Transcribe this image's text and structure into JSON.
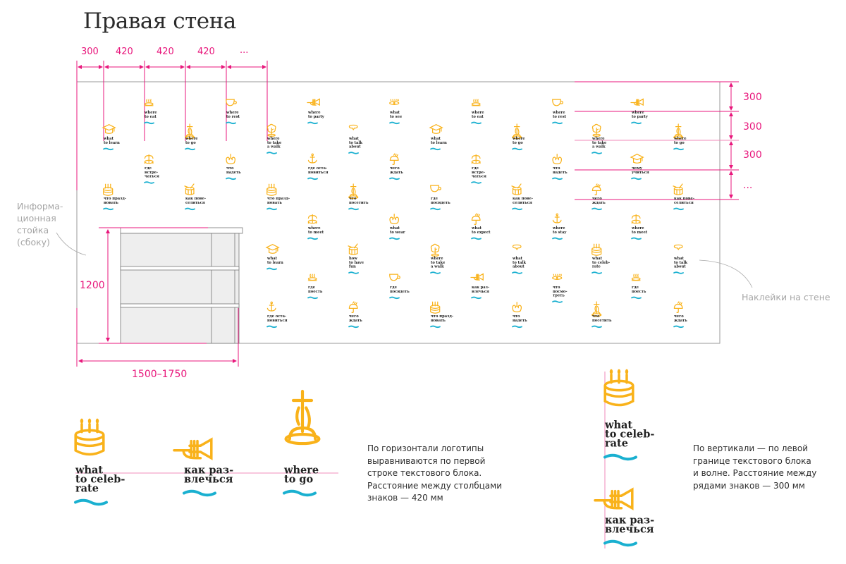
{
  "title": "Правая стена",
  "colors": {
    "accent": "#e8177c",
    "icon": "#f9b21a",
    "wave": "#1ab0d0",
    "text": "#222222",
    "note": "#a6a6a6",
    "outline": "#999999"
  },
  "column_dimensions": [
    "300",
    "420",
    "420",
    "420",
    "..."
  ],
  "row_dimensions": [
    "300",
    "300",
    "300",
    "..."
  ],
  "stand": {
    "height_label": "1200",
    "width_label": "1500–1750"
  },
  "callouts": {
    "stand": [
      "Информа-",
      "ционная",
      "стойка",
      "(сбоку)"
    ],
    "stickers": "Наклейки на стене"
  },
  "stickers": [
    {
      "icon": "hat",
      "text": [
        "what",
        "to learn"
      ]
    },
    {
      "icon": "steam",
      "text": [
        "where",
        "to eat"
      ]
    },
    {
      "icon": "statue",
      "text": [
        "where",
        "to go"
      ]
    },
    {
      "icon": "cup",
      "text": [
        "where",
        "to rest"
      ]
    },
    {
      "icon": "tree",
      "text": [
        "where",
        "to take",
        "a walk"
      ]
    },
    {
      "icon": "fountain",
      "text": [
        "где",
        "встре-",
        "чаться"
      ]
    },
    {
      "icon": "crown",
      "text": [
        "что",
        "надеть"
      ]
    },
    {
      "icon": "cake",
      "text": [
        "что празд-",
        "новать"
      ]
    },
    {
      "icon": "drum",
      "text": [
        "как пове-",
        "селиться"
      ]
    },
    {
      "icon": "cake",
      "text": [
        "что празд-",
        "новать"
      ]
    },
    {
      "icon": "trumpet",
      "text": [
        "where",
        "to party"
      ]
    },
    {
      "icon": "eye",
      "text": [
        "what",
        "to see"
      ]
    },
    {
      "icon": "steam",
      "text": [
        "where",
        "to eat"
      ]
    },
    {
      "icon": "bubble",
      "text": [
        "what",
        "to talk",
        "about"
      ]
    },
    {
      "icon": "hat",
      "text": [
        "what",
        "to learn"
      ]
    },
    {
      "icon": "anchor",
      "text": [
        "где оста-",
        "новиться"
      ]
    },
    {
      "icon": "umbrella",
      "text": [
        "чего",
        "ждать"
      ]
    },
    {
      "icon": "fountain",
      "text": [
        "где",
        "встре-",
        "чаться"
      ]
    },
    {
      "icon": "statue",
      "text": [
        "что",
        "посетить"
      ]
    },
    {
      "icon": "cup",
      "text": [
        "где",
        "посидеть"
      ]
    },
    {
      "icon": "drum",
      "text": [
        "как пове-",
        "селиться"
      ]
    },
    {
      "icon": "cup",
      "text": [
        "where",
        "to rest"
      ]
    },
    {
      "icon": "statue",
      "text": [
        "where",
        "to go"
      ]
    },
    {
      "icon": "crown",
      "text": [
        "что",
        "надеть"
      ]
    },
    {
      "icon": "trumpet",
      "text": [
        "where",
        "to party"
      ]
    },
    {
      "icon": "tree",
      "text": [
        "where",
        "to take",
        "a walk"
      ]
    },
    {
      "icon": "statue",
      "text": [
        "where",
        "to go"
      ]
    },
    {
      "icon": "hat",
      "text": [
        "чему",
        "учиться"
      ]
    },
    {
      "icon": "umbrella",
      "text": [
        "чего",
        "ждать"
      ]
    },
    {
      "icon": "drum",
      "text": [
        "как пове-",
        "селиться"
      ]
    },
    {
      "icon": "fountain",
      "text": [
        "where",
        "to meet"
      ]
    },
    {
      "icon": "crown",
      "text": [
        "what",
        "to wear"
      ]
    },
    {
      "icon": "umbrella",
      "text": [
        "what",
        "to expect"
      ]
    },
    {
      "icon": "anchor",
      "text": [
        "where",
        "to stay"
      ]
    },
    {
      "icon": "fountain",
      "text": [
        "where",
        "to meet"
      ]
    },
    {
      "icon": "hat",
      "text": [
        "what",
        "to learn"
      ]
    },
    {
      "icon": "drum",
      "text": [
        "how",
        "to have",
        "fun"
      ]
    },
    {
      "icon": "tree",
      "text": [
        "where",
        "to take",
        "a walk"
      ]
    },
    {
      "icon": "bubble",
      "text": [
        "what",
        "to talk",
        "about"
      ]
    },
    {
      "icon": "cake",
      "text": [
        "what",
        "to celeb-",
        "rate"
      ]
    },
    {
      "icon": "bubble",
      "text": [
        "what",
        "to talk",
        "about"
      ]
    },
    {
      "icon": "steam",
      "text": [
        "где",
        "поесть"
      ]
    },
    {
      "icon": "cup",
      "text": [
        "где",
        "посидеть"
      ]
    },
    {
      "icon": "trumpet",
      "text": [
        "как раз-",
        "влечься"
      ]
    },
    {
      "icon": "eye",
      "text": [
        "что",
        "посмо-",
        "треть"
      ]
    },
    {
      "icon": "steam",
      "text": [
        "где",
        "поесть"
      ]
    },
    {
      "icon": "anchor",
      "text": [
        "где оста-",
        "новиться"
      ]
    },
    {
      "icon": "umbrella",
      "text": [
        "чего",
        "ждать"
      ]
    },
    {
      "icon": "cake",
      "text": [
        "что празд-",
        "новать"
      ]
    },
    {
      "icon": "crown",
      "text": [
        "что",
        "надеть"
      ]
    },
    {
      "icon": "statue",
      "text": [
        "что",
        "посетить"
      ]
    },
    {
      "icon": "umbrella",
      "text": [
        "чего",
        "ждать"
      ]
    }
  ],
  "horizontal_example": {
    "items": [
      {
        "icon": "cake",
        "text": [
          "what",
          "to celeb-",
          "rate"
        ]
      },
      {
        "icon": "trumpet",
        "text": [
          "как раз-",
          "влечься"
        ]
      },
      {
        "icon": "statue",
        "text": [
          "where",
          "to go"
        ]
      }
    ],
    "caption": [
      "По горизонтали логотипы",
      "выравниваются по первой",
      "строке текстового блока.",
      "Расстояние между столбцами",
      "знаков — 420 мм"
    ]
  },
  "vertical_example": {
    "items": [
      {
        "icon": "cake",
        "text": [
          "what",
          "to celeb-",
          "rate"
        ]
      },
      {
        "icon": "trumpet",
        "text": [
          "как раз-",
          "влечься"
        ]
      }
    ],
    "caption": [
      "По вертикали — по левой",
      "границе текстового блока",
      "и волне. Расстояние между",
      "рядами знаков — 300 мм"
    ]
  }
}
